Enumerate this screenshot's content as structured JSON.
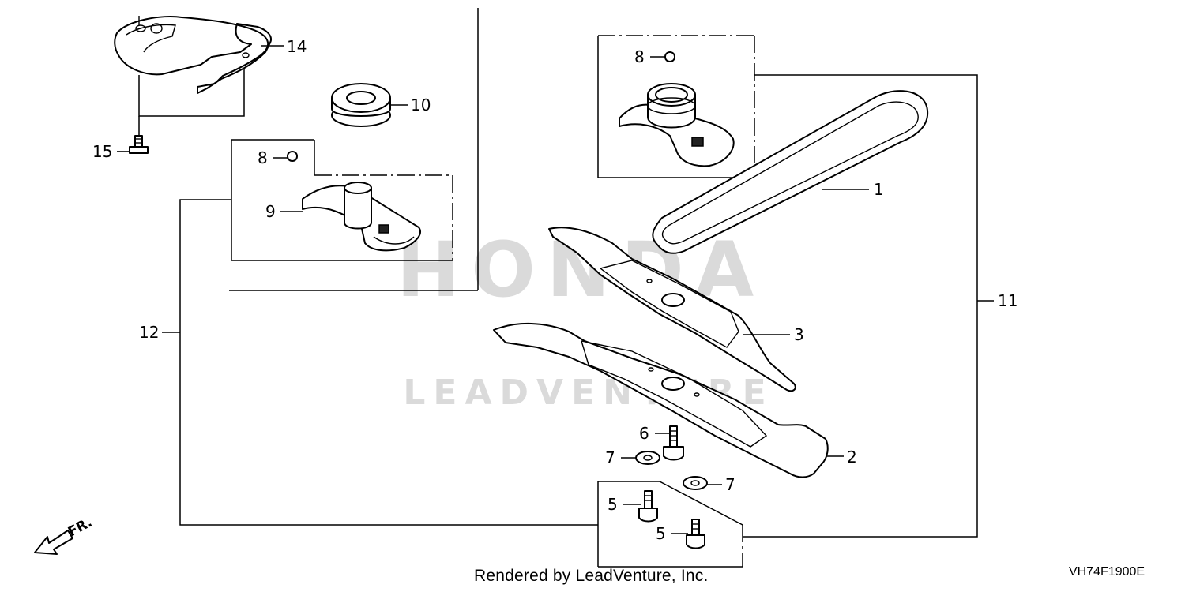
{
  "watermark": {
    "brand": "HONDA",
    "tagline": "LEADVENTURE"
  },
  "callouts": {
    "c1": "1",
    "c2": "2",
    "c3": "3",
    "c5a": "5",
    "c5b": "5",
    "c6": "6",
    "c7a": "7",
    "c7b": "7",
    "c8a": "8",
    "c8b": "8",
    "c9": "9",
    "c10": "10",
    "c11": "11",
    "c12": "12",
    "c14": "14",
    "c15": "15"
  },
  "direction_marker": "FR.",
  "footer": {
    "credit": "Rendered by LeadVenture, Inc.",
    "diagram_code": "VH74F1900E"
  }
}
